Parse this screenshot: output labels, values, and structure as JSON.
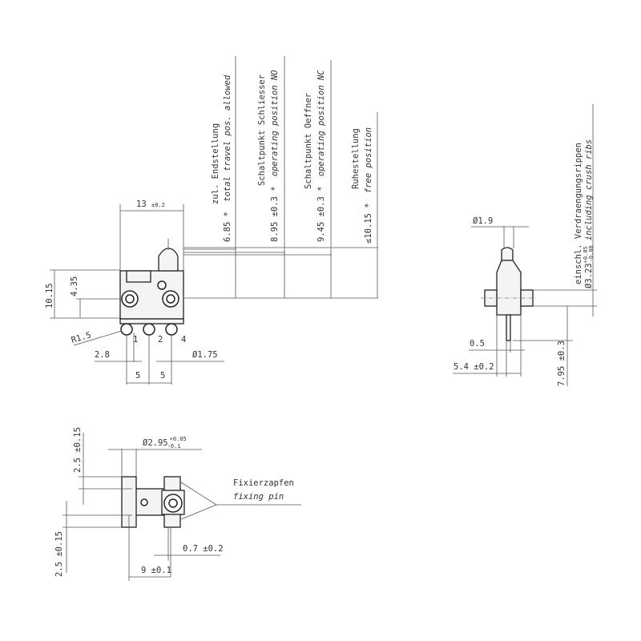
{
  "front_view": {
    "width": "13",
    "width_tol": "±0.2",
    "height": "10.15",
    "hole_height": "4.35",
    "radius": "R1.5",
    "edge_offset": "2.8",
    "pin_diameter": "Ø1.75",
    "pitch_1": "5",
    "pitch_2": "5",
    "terminals": [
      "1",
      "2",
      "4"
    ]
  },
  "positions": [
    {
      "line1": "zul. Endstellung",
      "value": "6.85 *",
      "line2": "total travel pos. allowed"
    },
    {
      "line1": "Schaltpunkt Schliesser",
      "value": "8.95 ±0.3 *",
      "line2": "operating position NO"
    },
    {
      "line1": "Schaltpunkt Oeffner",
      "value": "9.45 ±0.3 *",
      "line2": "operating position NC"
    },
    {
      "line1": "Ruhestellung",
      "value": "≤10.15 *",
      "line2": "free position"
    }
  ],
  "side_view": {
    "plunger_diameter": "Ø1.9",
    "rib_diameter": "Ø3.23",
    "rib_tol_plus": "+0.05",
    "rib_tol_minus": "-0.08",
    "rib_note_de": "einschl. Verdraengungsrippen",
    "rib_note_en": "including crush ribs",
    "pin_thickness": "0.5",
    "width": "5.4 ±0.2",
    "height": "7.95 ±0.3"
  },
  "bottom_view": {
    "pin_diameter": "Ø2.95",
    "pin_tol_plus": "+0.05",
    "pin_tol_minus": "-0.1",
    "top_offset": "2.5 ±0.15",
    "bottom_offset": "2.5 ±0.15",
    "pin_offset": "0.7 ±0.2",
    "spacing": "9 ±0.1",
    "label_de": "Fixierzapfen",
    "label_en": "fixing pin"
  }
}
